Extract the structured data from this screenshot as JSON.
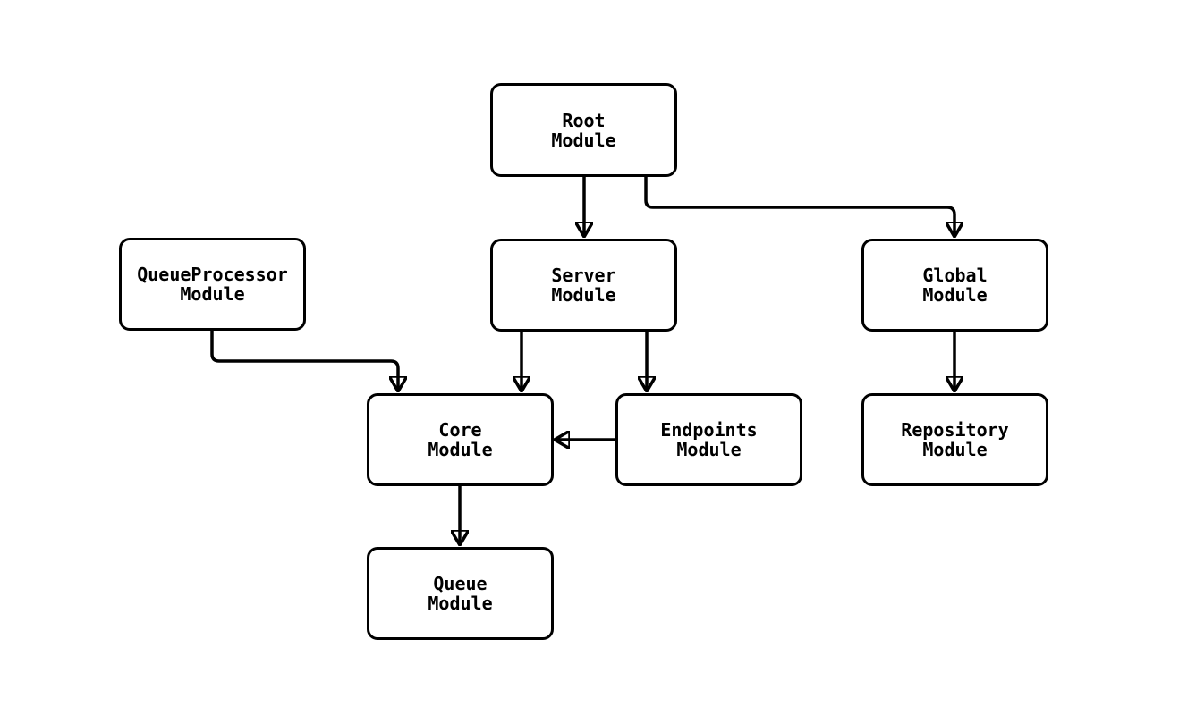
{
  "diagram": {
    "type": "flowchart",
    "direction": "top-down",
    "colors": {
      "background": "#ffffff",
      "node_fill": "#ffffff",
      "stroke": "#000000",
      "text": "#000000"
    },
    "nodes": [
      {
        "id": "root",
        "label": "Root\nModule"
      },
      {
        "id": "server",
        "label": "Server\nModule"
      },
      {
        "id": "global",
        "label": "Global\nModule"
      },
      {
        "id": "queueProcessor",
        "label": "QueueProcessor\nModule"
      },
      {
        "id": "core",
        "label": "Core\nModule"
      },
      {
        "id": "endpoints",
        "label": "Endpoints\nModule"
      },
      {
        "id": "repository",
        "label": "Repository\nModule"
      },
      {
        "id": "queue",
        "label": "Queue\nModule"
      }
    ],
    "edges": [
      {
        "from": "root",
        "to": "server"
      },
      {
        "from": "root",
        "to": "global"
      },
      {
        "from": "queueProcessor",
        "to": "core"
      },
      {
        "from": "server",
        "to": "core"
      },
      {
        "from": "server",
        "to": "endpoints"
      },
      {
        "from": "endpoints",
        "to": "core"
      },
      {
        "from": "global",
        "to": "repository"
      },
      {
        "from": "core",
        "to": "queue"
      }
    ]
  }
}
